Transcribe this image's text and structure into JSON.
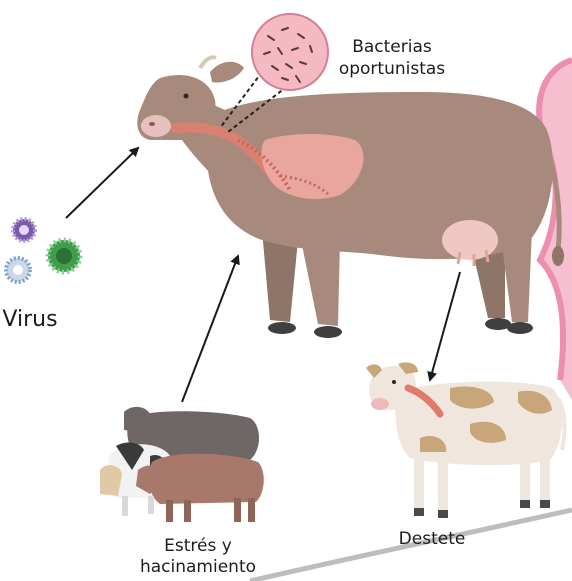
{
  "labels": {
    "bacteria_line1": "Bacterias",
    "bacteria_line2": "oportunistas",
    "virus": "Virus",
    "stress_line1": "Estrés y",
    "stress_line2": "hacinamiento",
    "weaning": "Destete"
  },
  "colors": {
    "cow_body": "#a88a7d",
    "cow_shadow": "#8f7468",
    "lung": "#f0a9a3",
    "trachea": "#d98070",
    "bacteria_circle": "#f5b9c4",
    "pink_panel": "#f6bfd0",
    "pink_edge": "#ec8fae",
    "arrow": "#1a1a1a"
  },
  "icons": {
    "virus_1": "virus-purple-icon",
    "virus_2": "virus-green-icon",
    "virus_3": "virus-blue-icon"
  }
}
